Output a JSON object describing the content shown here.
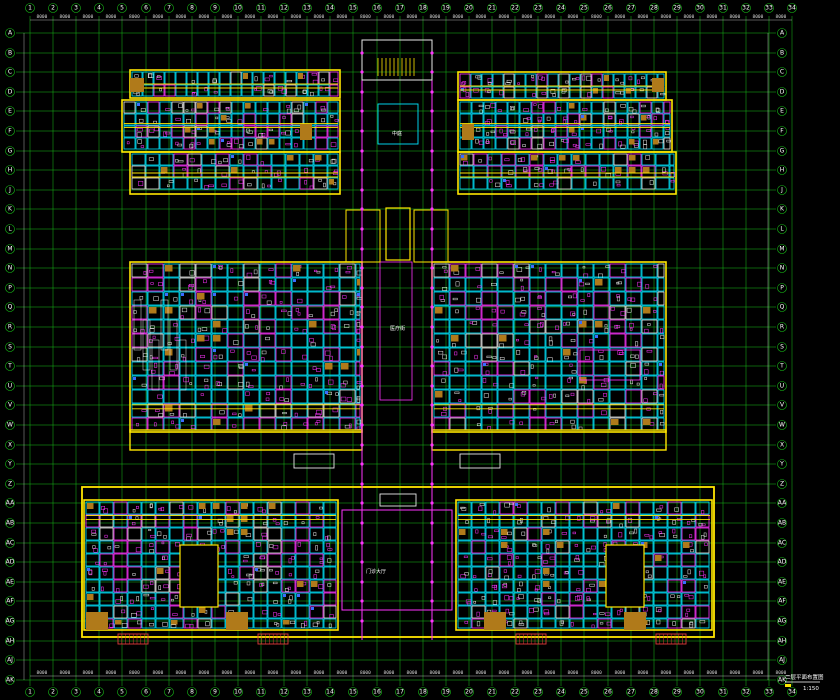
{
  "drawing": {
    "title": "二层平面布置图",
    "scale": "1:150",
    "background_color": "#000000",
    "colors": {
      "axis_grid": "#18c018",
      "wall_cyan": "#00e5ff",
      "wall_yellow": "#ffe600",
      "fixture_magenta": "#ff33ff",
      "furniture_white": "#e8e8e8",
      "accent_brown": "#b07a1a",
      "accent_red": "#e03a3a",
      "accent_blue": "#3a6cff"
    }
  },
  "labels": {
    "lobby_label": "门诊大厅",
    "corridor_label": "医疗街",
    "atrium_label": "中庭"
  },
  "dimension_texts": {
    "top": [
      "8000",
      "8000",
      "8000",
      "8000",
      "8000",
      "8000",
      "8000",
      "8000",
      "8000",
      "8000",
      "8000",
      "8000",
      "8000",
      "8000",
      "8000",
      "8000",
      "8000",
      "8000",
      "8000",
      "8000",
      "8000",
      "8000",
      "8000",
      "8000",
      "8000",
      "8000",
      "8000",
      "8000",
      "8000",
      "8000",
      "8000",
      "8000",
      "8000"
    ],
    "bottom": [
      "8000",
      "8000",
      "8000",
      "8000",
      "8000",
      "8000",
      "8000",
      "8000",
      "8000",
      "8000",
      "8000",
      "8000",
      "8000",
      "8000",
      "8000",
      "8000",
      "8000",
      "8000",
      "8000",
      "8000",
      "8000",
      "8000",
      "8000",
      "8000",
      "8000",
      "8000",
      "8000",
      "8000",
      "8000",
      "8000",
      "8000",
      "8000",
      "8000"
    ]
  },
  "axis_labels": {
    "columns": [
      "1",
      "2",
      "3",
      "4",
      "5",
      "6",
      "7",
      "8",
      "9",
      "10",
      "11",
      "12",
      "13",
      "14",
      "15",
      "16",
      "17",
      "18",
      "19",
      "20",
      "21",
      "22",
      "23",
      "24",
      "25",
      "26",
      "27",
      "28",
      "29",
      "30",
      "31",
      "32",
      "33",
      "34"
    ],
    "rows": [
      "A",
      "B",
      "C",
      "D",
      "E",
      "F",
      "G",
      "H",
      "J",
      "K",
      "L",
      "M",
      "N",
      "P",
      "Q",
      "R",
      "S",
      "T",
      "U",
      "V",
      "W",
      "X",
      "Y",
      "Z",
      "AA",
      "AB",
      "AC",
      "AD",
      "AE",
      "AF",
      "AG",
      "AH",
      "AJ",
      "AK"
    ]
  }
}
